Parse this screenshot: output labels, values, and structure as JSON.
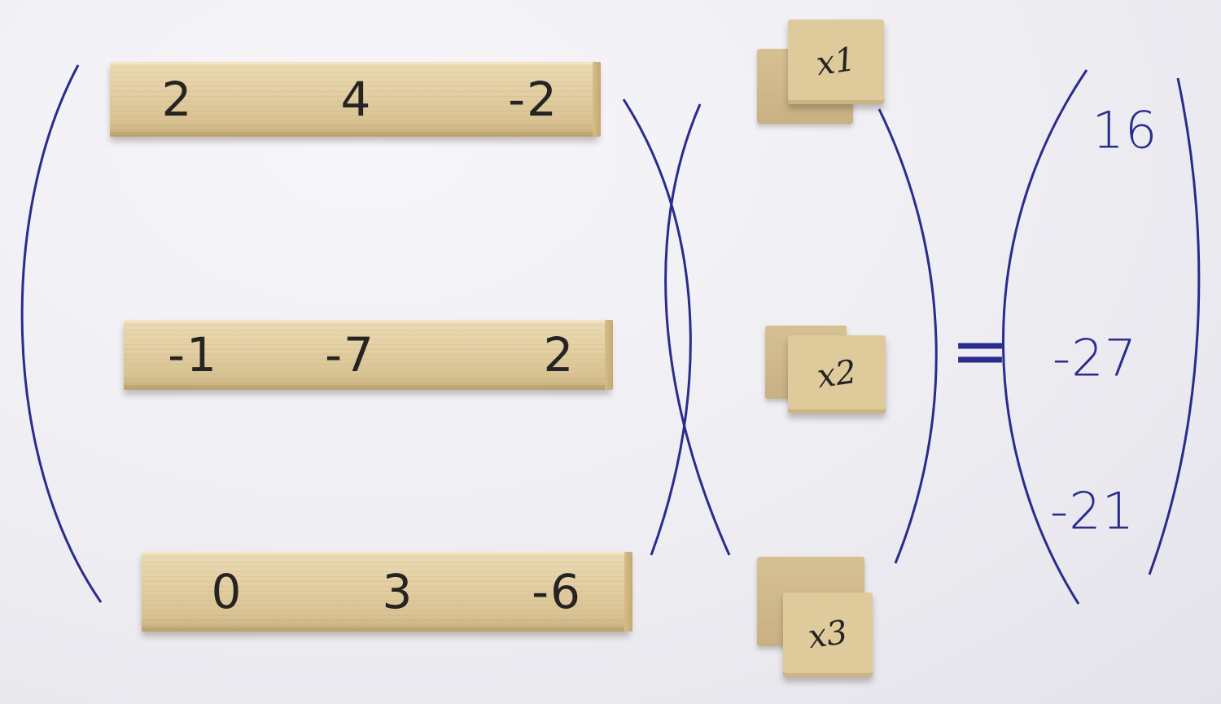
{
  "matrix": {
    "rows": [
      [
        "2",
        "4",
        "-2"
      ],
      [
        "-1",
        "-7",
        "2"
      ],
      [
        "0",
        "3",
        "-6"
      ]
    ]
  },
  "vector": {
    "labels": [
      "x1",
      "x2",
      "x3"
    ]
  },
  "equals": "=",
  "result": {
    "values": [
      "16",
      "-27",
      "-21"
    ]
  },
  "colors": {
    "ink": "#2a2c8c",
    "wood": "#e3cfa3",
    "pencil": "#262422"
  }
}
